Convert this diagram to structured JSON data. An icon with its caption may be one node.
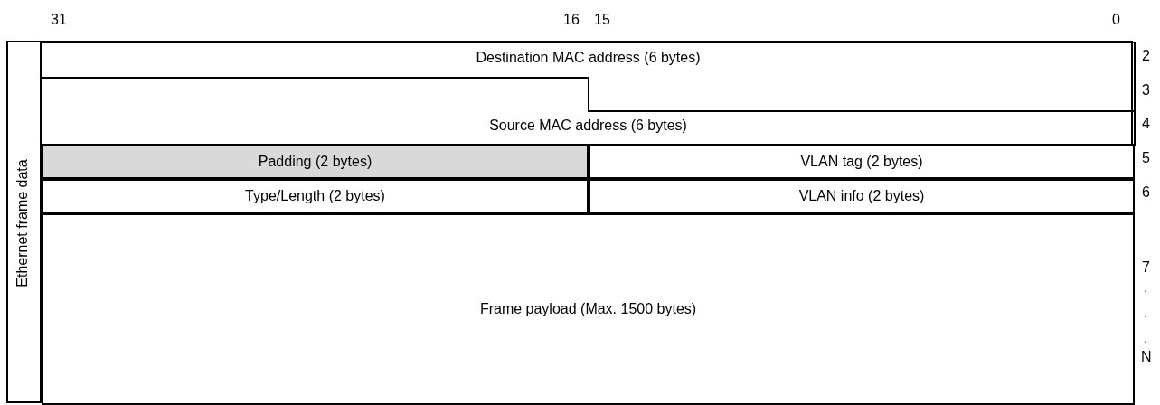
{
  "diagram": {
    "nodes": [
      {
        "text": [
          "Ethernet frame data"
        ]
      },
      {
        "text": [
          "Destination MAC address (6 bytes)"
        ],
        "in": 0
      },
      {
        "text": [
          "Source MAC address (6 bytes)"
        ],
        "in": 0
      },
      {
        "text": [
          "Padding (2 bytes)"
        ],
        "in": 0
      },
      {
        "text": [
          "VLAN tag (2 bytes)"
        ],
        "in": 0
      },
      {
        "text": [
          "Type/Length (2 bytes)"
        ],
        "in": 0
      },
      {
        "text": [
          "VLAN info (2 bytes)"
        ],
        "in": 0
      },
      {
        "text": [
          "Frame payload (Max. 1500 bytes)"
        ],
        "in": 0
      }
    ],
    "edges": [],
    "labels": [
      "31",
      "16",
      "15",
      "0",
      "2",
      "3",
      "4",
      "5",
      "6",
      "7",
      ".",
      ".",
      ".",
      "N"
    ]
  }
}
